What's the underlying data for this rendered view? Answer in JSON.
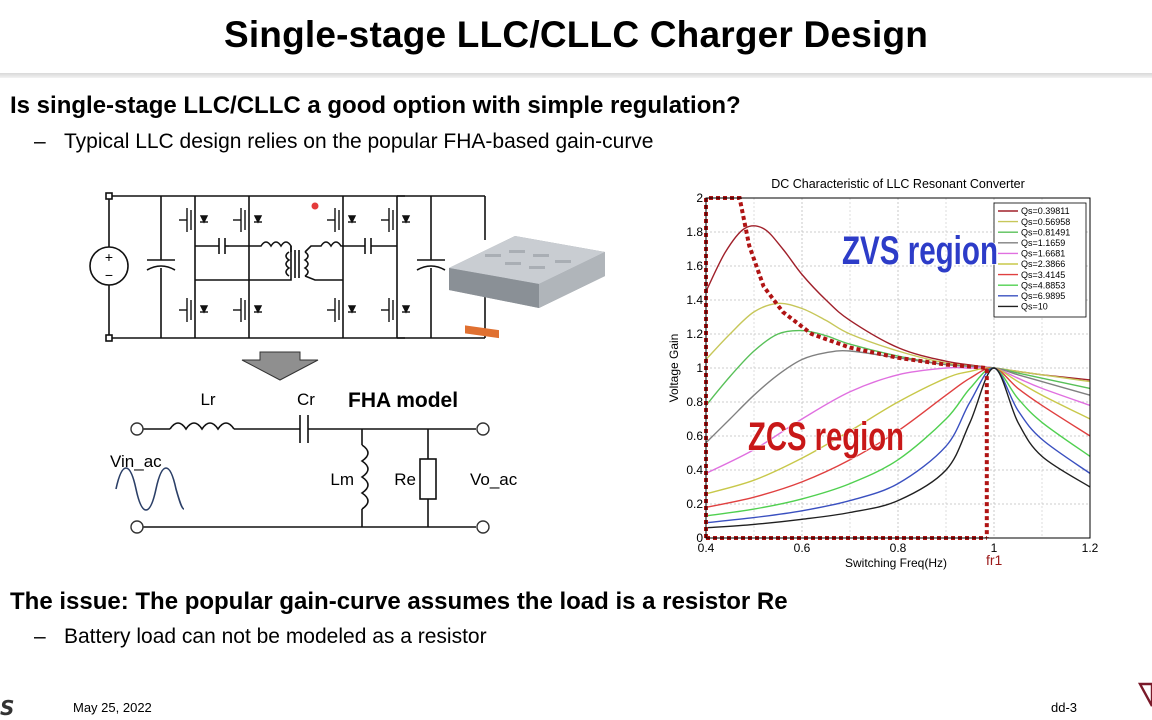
{
  "slide": {
    "title": "Single-stage LLC/CLLC Charger Design",
    "heading1": "Is single-stage LLC/CLLC a good option with simple regulation?",
    "bullet1": "Typical LLC design relies on the popular FHA-based gain-curve",
    "heading2": "The issue: The popular gain-curve assumes the load is a resistor Re",
    "bullet2": "Battery load can not be modeled as a resistor",
    "dash": "–"
  },
  "circuit": {
    "model_label": "FHA model",
    "lr": "Lr",
    "cr": "Cr",
    "lm": "Lm",
    "re": "Re",
    "vin": "Vin_ac",
    "vo": "Vo_ac",
    "plus": "+",
    "minus": "−"
  },
  "chart_data": {
    "type": "line",
    "title": "DC Characteristic of LLC Resonant Converter",
    "xlabel": "Switching Freq(Hz)",
    "ylabel": "Voltage Gain",
    "xlim": [
      0.4,
      1.2
    ],
    "ylim": [
      0,
      2
    ],
    "x_ticks": [
      "0.4",
      "0.6",
      "0.8",
      "1",
      "1.2"
    ],
    "y_ticks": [
      "0",
      "0.2",
      "0.4",
      "0.6",
      "0.8",
      "1",
      "1.2",
      "1.4",
      "1.6",
      "1.8",
      "2"
    ],
    "grid": true,
    "legend_position": "top-right",
    "annotations": {
      "zvs": "ZVS region",
      "zcs": "ZCS region",
      "fr": "fr1"
    },
    "series": [
      {
        "name": "Qs=0.39811",
        "color": "#a0202a",
        "x": [
          0.4,
          0.44,
          0.48,
          0.52,
          0.56,
          0.6,
          0.65,
          0.7,
          0.8,
          0.9,
          1.0,
          1.05,
          1.1,
          1.2
        ],
        "y": [
          1.45,
          1.68,
          1.82,
          1.82,
          1.7,
          1.55,
          1.4,
          1.28,
          1.12,
          1.04,
          1.0,
          0.98,
          0.96,
          0.93
        ]
      },
      {
        "name": "Qs=0.56958",
        "color": "#c7c75a",
        "x": [
          0.4,
          0.45,
          0.5,
          0.55,
          0.6,
          0.65,
          0.7,
          0.8,
          0.9,
          1.0,
          1.05,
          1.1,
          1.2
        ],
        "y": [
          1.05,
          1.2,
          1.33,
          1.38,
          1.35,
          1.28,
          1.2,
          1.1,
          1.03,
          1.0,
          0.98,
          0.96,
          0.92
        ]
      },
      {
        "name": "Qs=0.81491",
        "color": "#58c058",
        "x": [
          0.4,
          0.45,
          0.5,
          0.55,
          0.6,
          0.65,
          0.7,
          0.8,
          0.9,
          1.0,
          1.05,
          1.1,
          1.2
        ],
        "y": [
          0.78,
          0.95,
          1.1,
          1.2,
          1.22,
          1.19,
          1.14,
          1.07,
          1.02,
          1.0,
          0.97,
          0.94,
          0.88
        ]
      },
      {
        "name": "Qs=1.1659",
        "color": "#808080",
        "x": [
          0.4,
          0.45,
          0.5,
          0.55,
          0.6,
          0.65,
          0.7,
          0.8,
          0.9,
          1.0,
          1.05,
          1.1,
          1.2
        ],
        "y": [
          0.56,
          0.7,
          0.84,
          0.96,
          1.05,
          1.09,
          1.1,
          1.06,
          1.02,
          1.0,
          0.96,
          0.92,
          0.84
        ]
      },
      {
        "name": "Qs=1.6681",
        "color": "#e070e0",
        "x": [
          0.4,
          0.5,
          0.6,
          0.7,
          0.8,
          0.9,
          0.95,
          1.0,
          1.05,
          1.1,
          1.2
        ],
        "y": [
          0.38,
          0.52,
          0.7,
          0.86,
          0.96,
          1.0,
          1.0,
          1.0,
          0.94,
          0.88,
          0.78
        ]
      },
      {
        "name": "Qs=2.3866",
        "color": "#c8c84a",
        "x": [
          0.4,
          0.5,
          0.6,
          0.7,
          0.8,
          0.9,
          0.95,
          1.0,
          1.05,
          1.1,
          1.2
        ],
        "y": [
          0.26,
          0.34,
          0.47,
          0.63,
          0.8,
          0.94,
          0.98,
          1.0,
          0.92,
          0.84,
          0.7
        ]
      },
      {
        "name": "Qs=3.4145",
        "color": "#e04040",
        "x": [
          0.4,
          0.5,
          0.6,
          0.7,
          0.8,
          0.9,
          0.95,
          1.0,
          1.05,
          1.1,
          1.2
        ],
        "y": [
          0.18,
          0.24,
          0.33,
          0.46,
          0.63,
          0.84,
          0.94,
          1.0,
          0.88,
          0.78,
          0.6
        ]
      },
      {
        "name": "Qs=4.8853",
        "color": "#50d050",
        "x": [
          0.4,
          0.5,
          0.6,
          0.7,
          0.8,
          0.9,
          0.95,
          1.0,
          1.05,
          1.1,
          1.2
        ],
        "y": [
          0.13,
          0.17,
          0.23,
          0.32,
          0.46,
          0.7,
          0.88,
          1.0,
          0.82,
          0.68,
          0.48
        ]
      },
      {
        "name": "Qs=6.9895",
        "color": "#3a50c0",
        "x": [
          0.4,
          0.5,
          0.6,
          0.7,
          0.8,
          0.9,
          0.95,
          1.0,
          1.05,
          1.1,
          1.2
        ],
        "y": [
          0.09,
          0.12,
          0.16,
          0.22,
          0.32,
          0.54,
          0.8,
          1.0,
          0.75,
          0.58,
          0.38
        ]
      },
      {
        "name": "Qs=10",
        "color": "#202020",
        "x": [
          0.4,
          0.5,
          0.6,
          0.7,
          0.8,
          0.9,
          0.95,
          1.0,
          1.05,
          1.1,
          1.2
        ],
        "y": [
          0.06,
          0.08,
          0.11,
          0.15,
          0.22,
          0.4,
          0.68,
          1.0,
          0.68,
          0.48,
          0.3
        ]
      }
    ],
    "zvs_boundary": {
      "x": [
        0.4,
        0.47,
        0.49,
        0.52,
        0.56,
        0.62,
        0.7,
        0.8,
        0.9,
        0.985,
        0.985
      ],
      "y": [
        2.0,
        2.0,
        1.72,
        1.48,
        1.33,
        1.2,
        1.12,
        1.06,
        1.02,
        1.0,
        0.0
      ]
    }
  },
  "footer": {
    "date": "May 25, 2022",
    "page": "dd-3",
    "logo_left": "S"
  },
  "colors": {
    "zvs_text": "#2d3cc8",
    "zcs_text": "#c81818",
    "boundary": "#b01414"
  }
}
